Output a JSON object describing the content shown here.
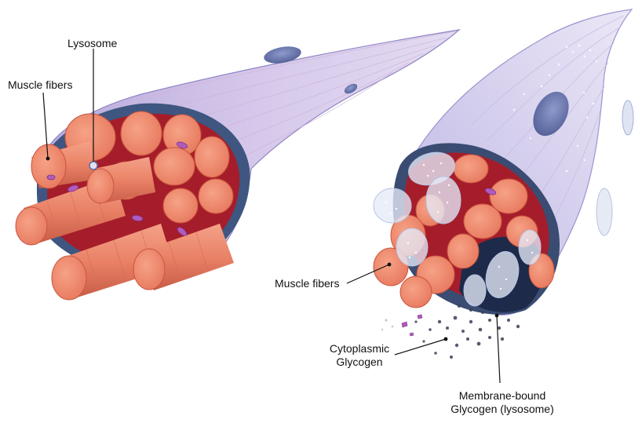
{
  "labels": {
    "lysosome": "Lysosome",
    "muscle_fibers_left": "Muscle fibers",
    "muscle_fibers_right": "Muscle fibers",
    "cytoplasmic_line1": "Cytoplasmic",
    "cytoplasmic_line2": "Glycogen",
    "membrane_line1": "Membrane-bound",
    "membrane_line2": "Glycogen (lysosome)"
  },
  "colors": {
    "sheath": "#c9c2e6",
    "sheath_edge": "#8f86c6",
    "fiber": "#f08a6e",
    "fiber_dark": "#c9553f",
    "interior": "#a91e2a",
    "lysosome": "#b15bbd",
    "glycogen": "#6f7da8",
    "membrane_vesicle": "#dfe6f5",
    "nucleus": "#6a78a6"
  }
}
